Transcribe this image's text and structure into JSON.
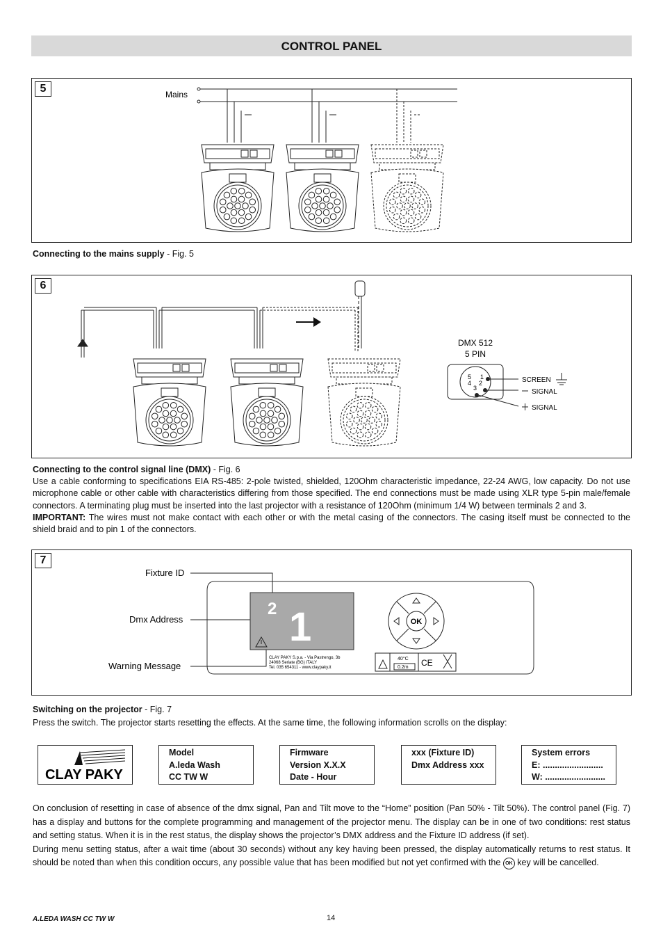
{
  "header": {
    "title": "CONTROL PANEL"
  },
  "fig5": {
    "number": "5",
    "mains_label": "Mains",
    "caption_bold": "Connecting to the mains supply",
    "caption_rest": " - Fig. 5"
  },
  "fig6": {
    "number": "6",
    "dmx_title_1": "DMX 512",
    "dmx_title_2": "5 PIN",
    "pins": [
      "5",
      "1",
      "4",
      "2",
      "3"
    ],
    "screen_label": "SCREEN",
    "signal_minus_label": "SIGNAL",
    "signal_plus_label": "SIGNAL",
    "caption_bold": "Connecting to the control signal line (DMX)",
    "caption_rest": " - Fig. 6",
    "paragraph": "Use a cable conforming to specifications EIA RS-485: 2-pole twisted, shielded, 120Ohm characteristic impedance, 22-24 AWG, low capacity. Do not use microphone cable or other cable with characteristics differing from those specified. The end connections must be made using XLR type 5-pin male/female connectors. A terminating plug must be inserted into the last projector with a resistance of 120Ohm (minimum 1/4 W) between terminals 2 and 3.",
    "important_bold": "IMPORTANT:",
    "important_rest": " The wires must not make contact with each other or with the metal casing of the connectors. The casing itself must be connected to the shield braid and to pin 1 of the connectors."
  },
  "fig7": {
    "number": "7",
    "fixture_id_label": "Fixture ID",
    "dmx_address_label": "Dmx Address",
    "warning_label": "Warning Message",
    "display_small": "2",
    "display_big": "1",
    "ok_label": "OK",
    "plate_line1": "CLAY PAKY S.p.a. - Via Pastrengo, 3b",
    "plate_line2": "24068 Seriate (BG) ITALY",
    "plate_line3": "Tel. 035 654311 - www.claypaky.it",
    "temp_label": "40°C",
    "dist_label": "0.2m",
    "caption_bold": "Switching on the projector",
    "caption_rest": " - Fig. 7",
    "paragraph": "Press the switch. The projector starts resetting the effects. At the same time, the following information scrolls on the display:"
  },
  "info_boxes": {
    "logo_text": "CLAY PAKY",
    "model": [
      "Model",
      "A.leda Wash",
      "CC TW W"
    ],
    "firmware": [
      "Firmware",
      "Version X.X.X",
      "Date - Hour"
    ],
    "fixture": [
      "xxx (Fixture ID)",
      "Dmx Address xxx"
    ],
    "errors": [
      "System errors",
      "E: .........................",
      "W: ........................."
    ]
  },
  "closing": {
    "para1": "On conclusion of resetting in case of absence of the dmx signal, Pan and Tilt move to the “Home” position (Pan 50% - Tilt 50%). The control panel (Fig. 7) has a display and buttons for the complete programming and management of the projector menu. The display can be in one of two conditions: rest status and setting status. When it is in the rest status, the display shows the projector’s DMX address and the Fixture ID address (if set).",
    "para2_a": "During menu setting status, after a wait time (about 30 seconds) without any key having been pressed, the display automatically returns to rest status. It should be noted than when this condition occurs, any possible value that has been modified but not yet confirmed with the",
    "ok_key": "OK",
    "para2_b": " key will be cancelled."
  },
  "footer": {
    "model": "A.LEDA WASH CC TW W",
    "page": "14"
  }
}
